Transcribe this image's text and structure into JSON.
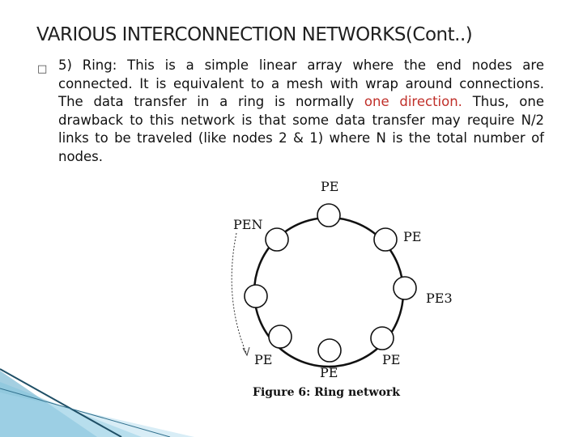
{
  "slide": {
    "title": "VARIOUS INTERCONNECTION NETWORKS(Cont..)",
    "bullet_glyph": "□",
    "body": {
      "text_before": "5) Ring: This is a simple linear array where the end nodes are connected. It is equivalent to a mesh with wrap around connections. The data transfer in a ring is normally ",
      "highlight": "one direction.",
      "text_after": " Thus, one drawback to this network is that some data transfer may require N/2 links to be traveled (like nodes 2 & 1) where N is the total number of nodes."
    },
    "highlight_color": "#c0302a"
  },
  "figure": {
    "labels": {
      "top": "PE",
      "left_top": "PEN",
      "right_top": "PE",
      "right_mid": "PE3",
      "bottom_left": "PE",
      "bottom": "PE",
      "bottom_right": "PE"
    },
    "caption": "Figure 6: Ring network"
  }
}
